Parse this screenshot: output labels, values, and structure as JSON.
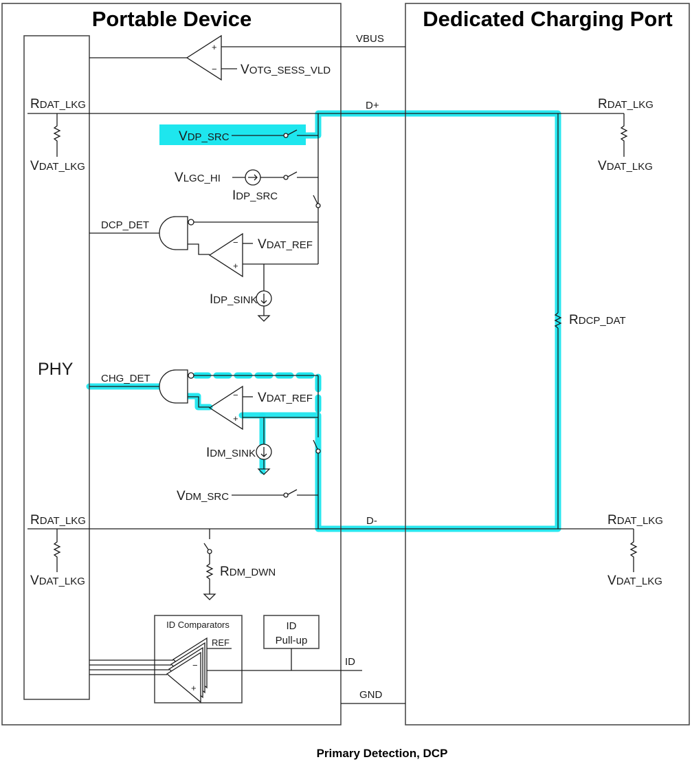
{
  "titles": {
    "portable_device": "Portable Device",
    "dedicated_charging_port": "Dedicated Charging Port"
  },
  "phy_label": "PHY",
  "caption": "Primary Detection, DCP",
  "highlight_color": "#1ee6ee",
  "signals": {
    "vbus": "VBUS",
    "d_plus": "D+",
    "d_minus": "D-",
    "id": "ID",
    "gnd": "GND"
  },
  "labels": {
    "votg_sess_vld": {
      "cap": "V",
      "sub": "OTG_SESS_VLD"
    },
    "rdat_lkg_pd_top": {
      "cap": "R",
      "sub": "DAT_LKG"
    },
    "vdat_lkg_pd_top": {
      "cap": "V",
      "sub": "DAT_LKG"
    },
    "vdp_src": {
      "cap": "V",
      "sub": "DP_SRC"
    },
    "vlgc_hi": {
      "cap": "V",
      "sub": "LGC_HI"
    },
    "idp_src": {
      "cap": "I",
      "sub": "DP_SRC"
    },
    "dcp_det": "DCP_DET",
    "vdat_ref_1": {
      "cap": "V",
      "sub": "DAT_REF"
    },
    "idp_sink": {
      "cap": "I",
      "sub": "DP_SINK"
    },
    "chg_det": "CHG_DET",
    "vdat_ref_2": {
      "cap": "V",
      "sub": "DAT_REF"
    },
    "idm_sink": {
      "cap": "I",
      "sub": "DM_SINK"
    },
    "vdm_src": {
      "cap": "V",
      "sub": "DM_SRC"
    },
    "rdat_lkg_pd_bot": {
      "cap": "R",
      "sub": "DAT_LKG"
    },
    "vdat_lkg_pd_bot": {
      "cap": "V",
      "sub": "DAT_LKG"
    },
    "rdm_dwn": {
      "cap": "R",
      "sub": "DM_DWN"
    },
    "id_comparators": "ID Comparators",
    "ref": "REF",
    "id_pullup_line1": "ID",
    "id_pullup_line2": "Pull-up",
    "rdat_lkg_dcp_top": {
      "cap": "R",
      "sub": "DAT_LKG"
    },
    "vdat_lkg_dcp_top": {
      "cap": "V",
      "sub": "DAT_LKG"
    },
    "rdcp_dat": {
      "cap": "R",
      "sub": "DCP_DAT"
    },
    "rdat_lkg_dcp_bot": {
      "cap": "R",
      "sub": "DAT_LKG"
    },
    "vdat_lkg_dcp_bot": {
      "cap": "V",
      "sub": "DAT_LKG"
    }
  },
  "comparator_signs": {
    "plus": "+",
    "minus": "−"
  }
}
